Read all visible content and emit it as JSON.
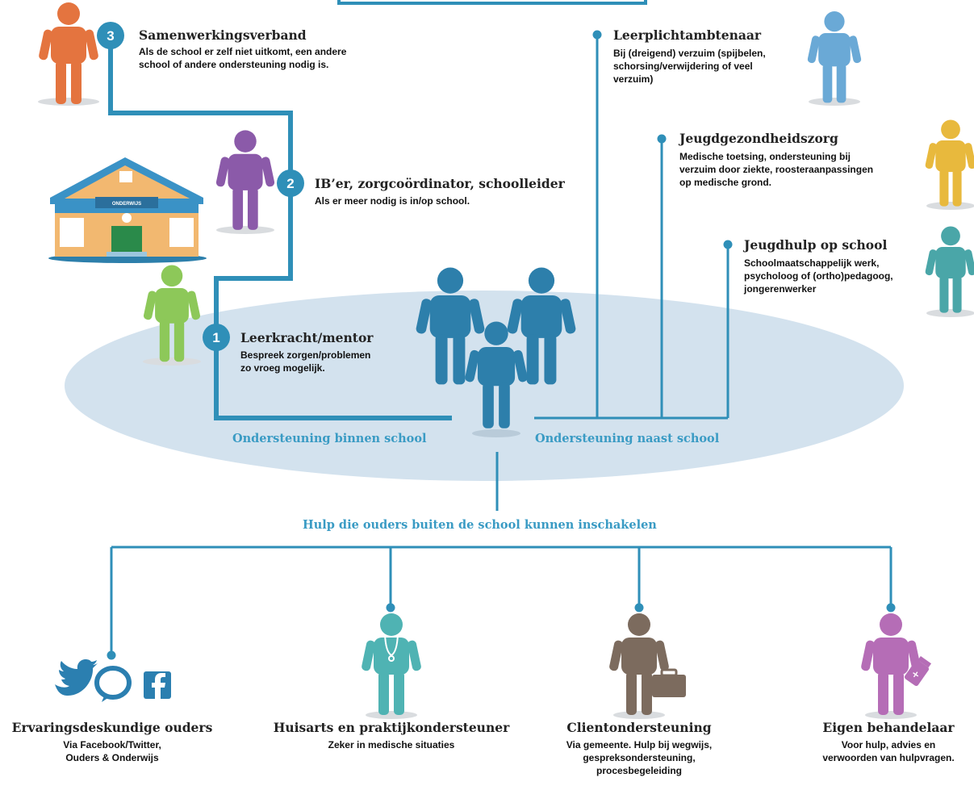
{
  "colors": {
    "line": "#2f8fb8",
    "ellipse": "#d3e2ee",
    "orange": "#e4743f",
    "purple": "#8b5aa9",
    "green": "#8dc859",
    "blue_light": "#6aa9d6",
    "yellow": "#e8b93d",
    "teal": "#4aa6a8",
    "kids": "#2d7fab",
    "teal_doctor": "#4fb3b3",
    "brown": "#7c6b5e",
    "pink": "#b56db6",
    "social": "#2b7fb0"
  },
  "steps": [
    {
      "number": "3",
      "title": "Samenwerkingsverband",
      "text_lines": [
        "Als de school er zelf niet uitkomt, een andere",
        "school of andere ondersteuning nodig is."
      ]
    },
    {
      "number": "2",
      "title": "IB’er, zorgcoördinator, schoolleider",
      "text_lines": [
        "Als er meer nodig is in/op school."
      ]
    },
    {
      "number": "1",
      "title": "Leerkracht/mentor",
      "text_lines": [
        "Bespreek zorgen/problemen",
        "zo vroeg mogelijk."
      ]
    }
  ],
  "school_sign": "ONDERWIJS",
  "side_support": [
    {
      "title": "Leerplichtambtenaar",
      "text_lines": [
        "Bij (dreigend) verzuim (spijbelen,",
        "schorsing/verwijdering of veel",
        "verzuim)"
      ]
    },
    {
      "title": "Jeugdgezondheidszorg",
      "text_lines": [
        "Medische toetsing, ondersteuning bij",
        "verzuim door ziekte, roosteraanpassingen",
        "op medische grond."
      ]
    },
    {
      "title": "Jeugdhulp op school",
      "text_lines": [
        "Schoolmaatschappelijk werk,",
        "psycholoog of (ortho)pedagoog,",
        "jongerenwerker"
      ]
    }
  ],
  "inside_label": "Ondersteuning binnen school",
  "beside_label": "Ondersteuning naast school",
  "outside_label": "Hulp die ouders buiten de school kunnen inschakelen",
  "outside": [
    {
      "title": "Ervaringsdeskundige ouders",
      "text_lines": [
        "Via Facebook/Twitter,",
        "Ouders & Onderwijs"
      ]
    },
    {
      "title": "Huisarts en praktijkondersteuner",
      "text_lines": [
        "Zeker in medische situaties"
      ]
    },
    {
      "title": "Clientondersteuning",
      "text_lines": [
        "Via gemeente. Hulp bij wegwijs,",
        "gespreksondersteuning,",
        "procesbegeleiding"
      ]
    },
    {
      "title": "Eigen behandelaar",
      "text_lines": [
        "Voor hulp, advies en",
        "verwoorden van hulpvragen."
      ]
    }
  ],
  "icons": [
    "person-icon",
    "school-building-icon",
    "twitter-icon",
    "chat-bubble-icon",
    "facebook-icon",
    "stethoscope-icon",
    "briefcase-icon",
    "medicine-bottle-icon"
  ]
}
